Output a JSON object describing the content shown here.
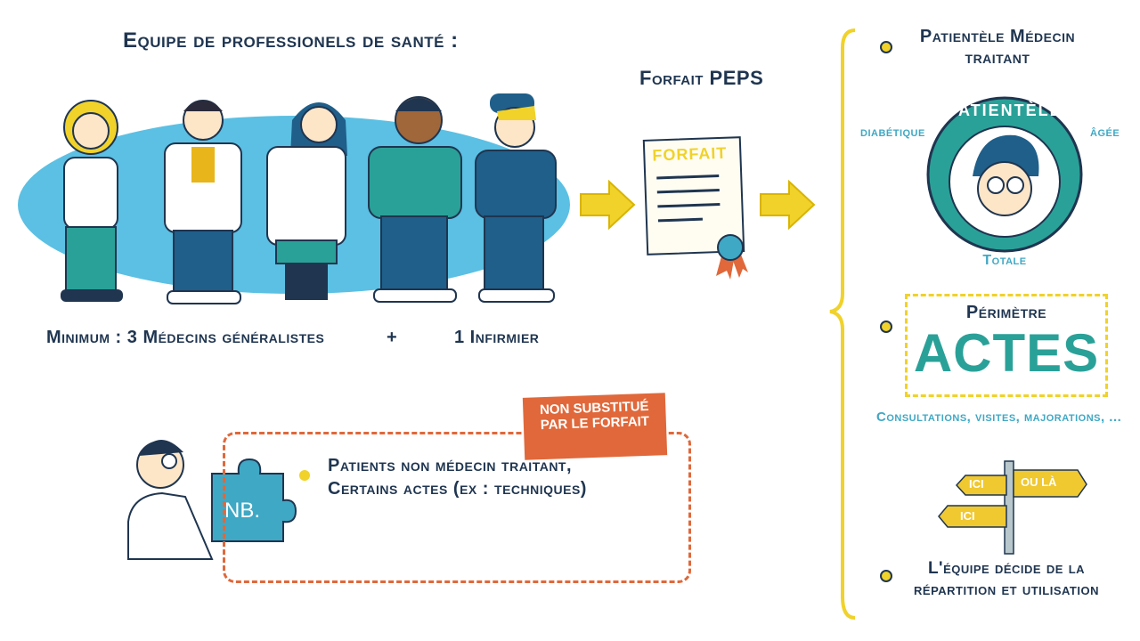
{
  "team_title": "Equipe de professionels de santé :",
  "team_caption": {
    "left": "Minimum : 3 Médecins généralistes",
    "plus": "+",
    "right": "1 Infirmier"
  },
  "forfait": {
    "title": "Forfait PEPS",
    "doc_label": "FORFAIT"
  },
  "right_panel": {
    "patientele": {
      "title_line1": "Patientèle Médecin",
      "title_line2": "traitant",
      "badge_text": "PATIENTÈLE",
      "left_word": "diabétique",
      "right_word": "âgée",
      "bottom_word": "Totale"
    },
    "perimetre": {
      "title": "Périmètre",
      "big_word": "ACTES",
      "caption": "Consultations, visites, majorations, ..."
    },
    "signpost": {
      "sign1": "ICI",
      "sign2": "OU LÀ",
      "sign3": "ICI"
    },
    "equipe": {
      "line1": "L'équipe décide de la",
      "line2": "répartition et utilisation"
    }
  },
  "nb_note": {
    "tag": "NON SUBSTITUÉ\nPAR LE FORFAIT",
    "puzzle_label": "NB.",
    "line1": "Patients non médecin traitant,",
    "line2": "Certains actes (ex : techniques)"
  },
  "colors": {
    "navy": "#1f3550",
    "teal": "#3fa8c4",
    "yellow": "#f0d22a",
    "orange": "#e0683a",
    "sky": "#5bc0e3",
    "green": "#2aa198"
  }
}
